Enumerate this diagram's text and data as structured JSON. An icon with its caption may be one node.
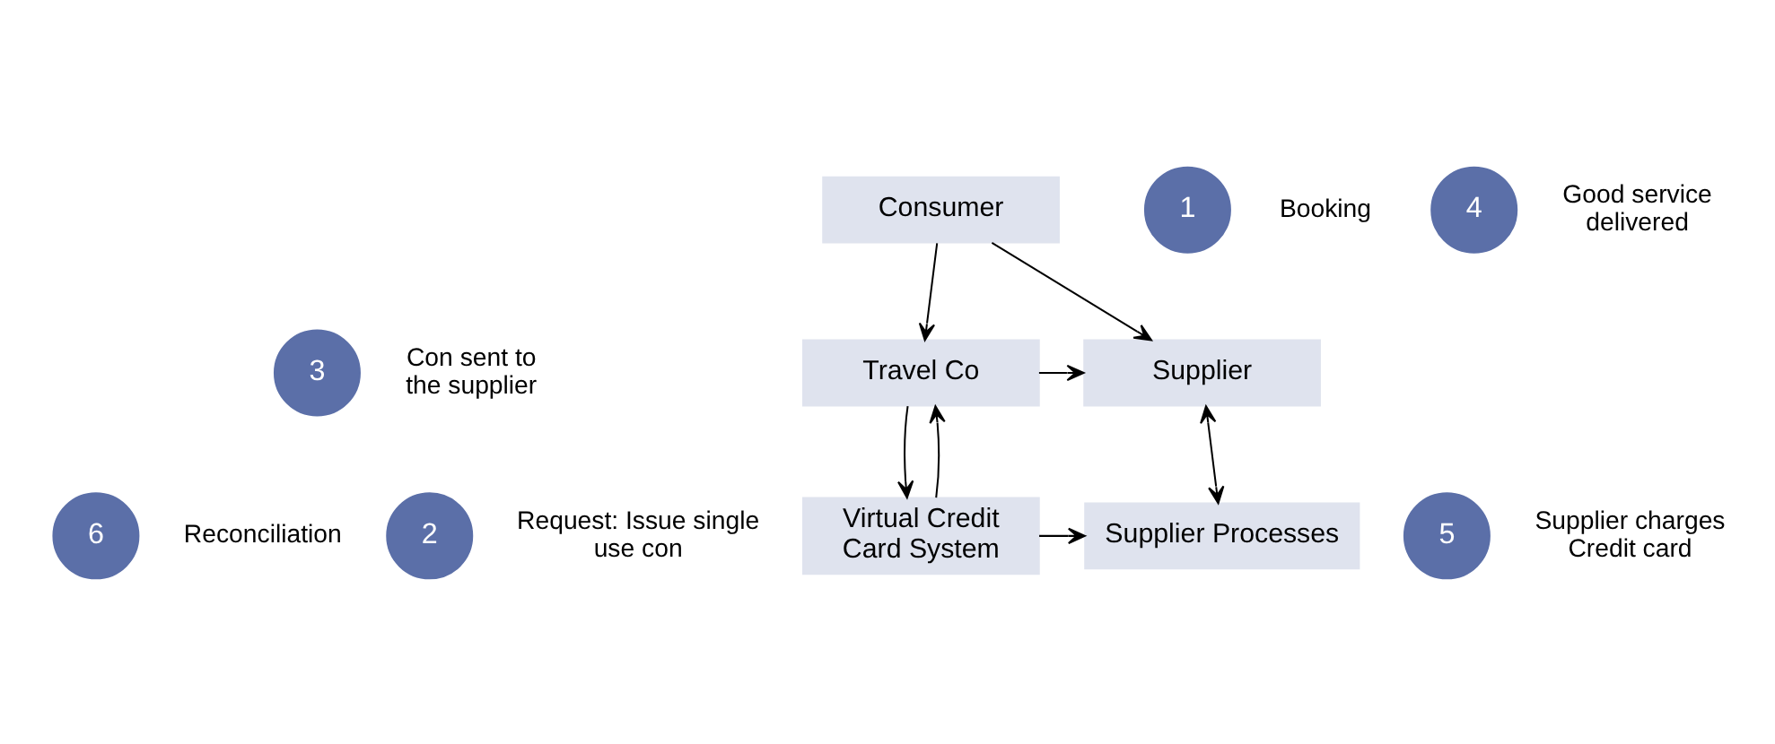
{
  "diagram": {
    "nodes": [
      {
        "text": [
          "Consumer"
        ]
      },
      {
        "text": [
          "1"
        ],
        "beside": [
          "Booking"
        ]
      },
      {
        "text": [
          "4"
        ],
        "beside": [
          "Good service delivered"
        ]
      },
      {
        "text": [
          "3"
        ],
        "beside": [
          "Con sent to the supplier"
        ]
      },
      {
        "text": [
          "Travel Co"
        ]
      },
      {
        "text": [
          "Supplier"
        ]
      },
      {
        "text": [
          "2"
        ],
        "beside": [
          "Request: Issue single use con"
        ]
      },
      {
        "text": [
          "6"
        ],
        "beside": [
          "Reconciliation"
        ]
      },
      {
        "text": [
          "5"
        ],
        "beside": [
          "Supplier charges Credit card"
        ]
      },
      {
        "text": [
          "Virtual Credit Card System"
        ]
      },
      {
        "text": [
          "Supplier Processes"
        ]
      }
    ],
    "edges": [
      {
        "from": 0,
        "to": 4,
        "arrow": "to"
      },
      {
        "from": 0,
        "to": 5,
        "arrow": "to"
      },
      {
        "from": 4,
        "to": 5,
        "arrow": "to"
      },
      {
        "from": 4,
        "to": 9,
        "arrow": "to"
      },
      {
        "from": 9,
        "to": 4,
        "arrow": "to"
      },
      {
        "from": 5,
        "to": 10,
        "arrow": "both"
      },
      {
        "from": 9,
        "to": 10,
        "arrow": "to"
      }
    ]
  }
}
